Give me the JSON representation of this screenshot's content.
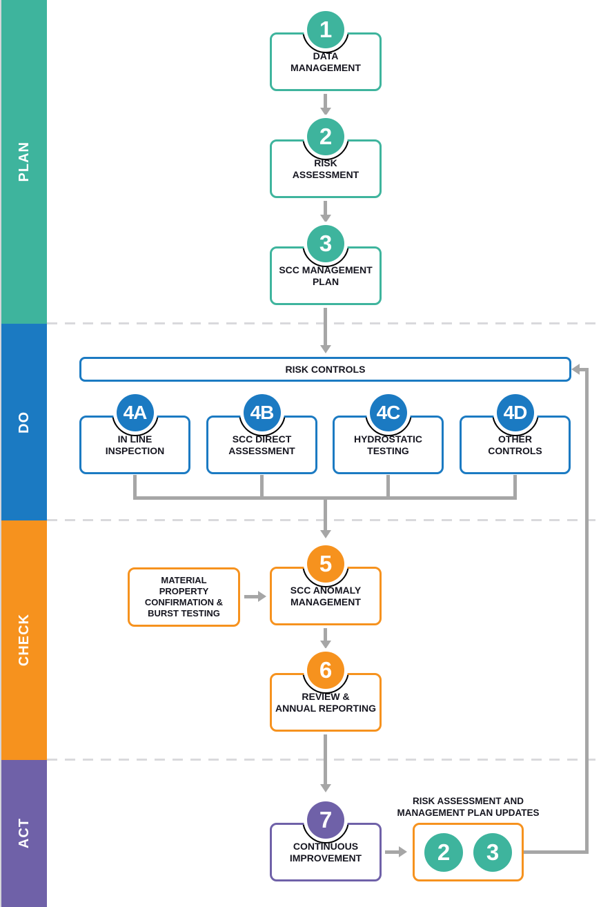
{
  "sidebar": {
    "bands": [
      {
        "label": "PLAN",
        "color": "#3eb49d"
      },
      {
        "label": "DO",
        "color": "#1b7ac2"
      },
      {
        "label": "CHECK",
        "color": "#f6921e"
      },
      {
        "label": "ACT",
        "color": "#6f61a8"
      }
    ]
  },
  "steps": {
    "step1": {
      "number": "1",
      "label": "DATA\nMANAGEMENT"
    },
    "step2": {
      "number": "2",
      "label": "RISK\nASSESSMENT"
    },
    "step3": {
      "number": "3",
      "label": "SCC MANAGEMENT\nPLAN"
    },
    "risk_controls_label": "RISK CONTROLS",
    "step4a": {
      "number": "4A",
      "label": "IN LINE\nINSPECTION"
    },
    "step4b": {
      "number": "4B",
      "label": "SCC DIRECT\nASSESSMENT"
    },
    "step4c": {
      "number": "4C",
      "label": "HYDROSTATIC\nTESTING"
    },
    "step4d": {
      "number": "4D",
      "label": "OTHER\nCONTROLS"
    },
    "material_label": "MATERIAL\nPROPERTY\nCONFIRMATION &\nBURST TESTING",
    "step5": {
      "number": "5",
      "label": "SCC ANOMALY\nMANAGEMENT"
    },
    "step6": {
      "number": "6",
      "label": "REVIEW &\nANNUAL REPORTING"
    },
    "step7": {
      "number": "7",
      "label": "CONTINUOUS\nIMPROVEMENT"
    },
    "updates": {
      "label": "RISK ASSESSMENT AND\nMANAGEMENT PLAN UPDATES",
      "badge1": "2",
      "badge2": "3"
    }
  },
  "colors": {
    "teal": "#3eb49d",
    "blue": "#1b7ac2",
    "orange": "#f6921e",
    "purple": "#6f61a8",
    "arrow_gray": "#a6a6a6",
    "text_dark": "#15151f"
  }
}
